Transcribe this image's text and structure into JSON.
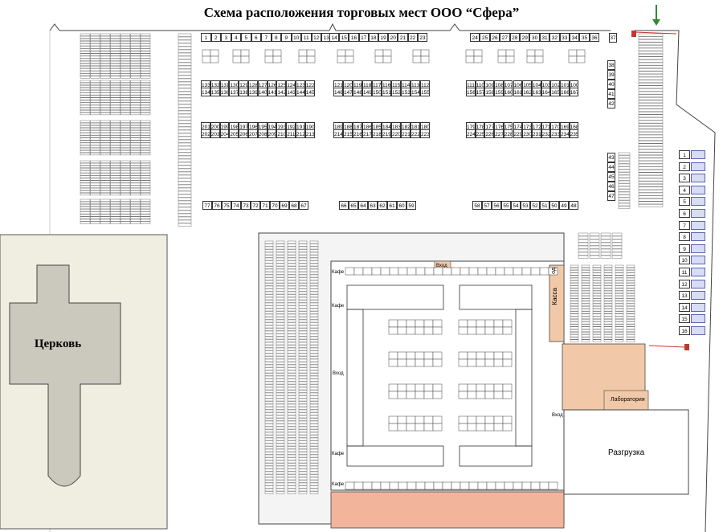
{
  "title": "Схема расположения торговых мест ООО “Сфера”",
  "labels": {
    "church": "Церковь",
    "kassa": "Касса",
    "laboratory": "Лаборатория",
    "unloading": "Разгрузка",
    "entrance": "Вход",
    "cafe": "Кафе",
    "od": "од"
  },
  "rows": {
    "top_left": [
      "1",
      "2",
      "3",
      "4",
      "5",
      "6",
      "7",
      "8",
      "9",
      "10",
      "11",
      "12",
      "13"
    ],
    "top_mid": [
      "14",
      "15",
      "16",
      "17",
      "18",
      "19",
      "20",
      "21",
      "22",
      "23"
    ],
    "top_right": [
      "24",
      "25",
      "26",
      "27",
      "28",
      "29",
      "30",
      "31",
      "32",
      "33",
      "34",
      "35",
      "36"
    ],
    "r133": [
      "133",
      "132",
      "131",
      "130",
      "129",
      "128",
      "127",
      "126",
      "125",
      "124",
      "123",
      "122"
    ],
    "r134": [
      "134",
      "135",
      "136",
      "137",
      "138",
      "139",
      "140",
      "141",
      "142",
      "143",
      "144",
      "145"
    ],
    "r121": [
      "121",
      "120",
      "119",
      "118",
      "117",
      "116",
      "115",
      "114",
      "113",
      "112"
    ],
    "r146": [
      "146",
      "147",
      "148",
      "149",
      "150",
      "151",
      "152",
      "153",
      "154",
      "155"
    ],
    "r111": [
      "111",
      "110",
      "109",
      "108",
      "107",
      "106",
      "105",
      "104",
      "103",
      "102",
      "101",
      "100"
    ],
    "r156": [
      "156",
      "157",
      "158",
      "159",
      "160",
      "161",
      "162",
      "163",
      "164",
      "165",
      "166",
      "167"
    ],
    "r201": [
      "201",
      "200",
      "199",
      "198",
      "197",
      "196",
      "195",
      "194",
      "193",
      "192",
      "191",
      "190"
    ],
    "r202": [
      "202",
      "203",
      "204",
      "205",
      "206",
      "207",
      "208",
      "209",
      "210",
      "211",
      "212",
      "213"
    ],
    "r189": [
      "189",
      "188",
      "187",
      "186",
      "185",
      "184",
      "183",
      "182",
      "181",
      "180"
    ],
    "r214": [
      "214",
      "215",
      "216",
      "217",
      "218",
      "219",
      "220",
      "221",
      "222",
      "223"
    ],
    "r179": [
      "179",
      "178",
      "177",
      "176",
      "175",
      "174",
      "173",
      "172",
      "171",
      "170",
      "169",
      "168"
    ],
    "r224": [
      "224",
      "225",
      "226",
      "227",
      "228",
      "229",
      "230",
      "231",
      "232",
      "233",
      "234",
      "235"
    ],
    "r77": [
      "77",
      "76",
      "75",
      "74",
      "73",
      "72",
      "71",
      "70",
      "69",
      "68",
      "67"
    ],
    "r66": [
      "66",
      "65",
      "64",
      "63",
      "62",
      "61",
      "60",
      "59"
    ],
    "r58": [
      "58",
      "57",
      "56",
      "55",
      "54",
      "53",
      "52",
      "51",
      "50",
      "49",
      "48"
    ],
    "right_col": [
      "1",
      "2",
      "3",
      "4",
      "5",
      "6",
      "7",
      "8",
      "9",
      "10",
      "11",
      "12",
      "13",
      "14",
      "15",
      "16"
    ],
    "col_37": [
      "37"
    ],
    "col_38_42": [
      "38",
      "39",
      "40",
      "41",
      "42"
    ],
    "col_43_47": [
      "43",
      "44",
      "45",
      "46",
      "47"
    ]
  }
}
